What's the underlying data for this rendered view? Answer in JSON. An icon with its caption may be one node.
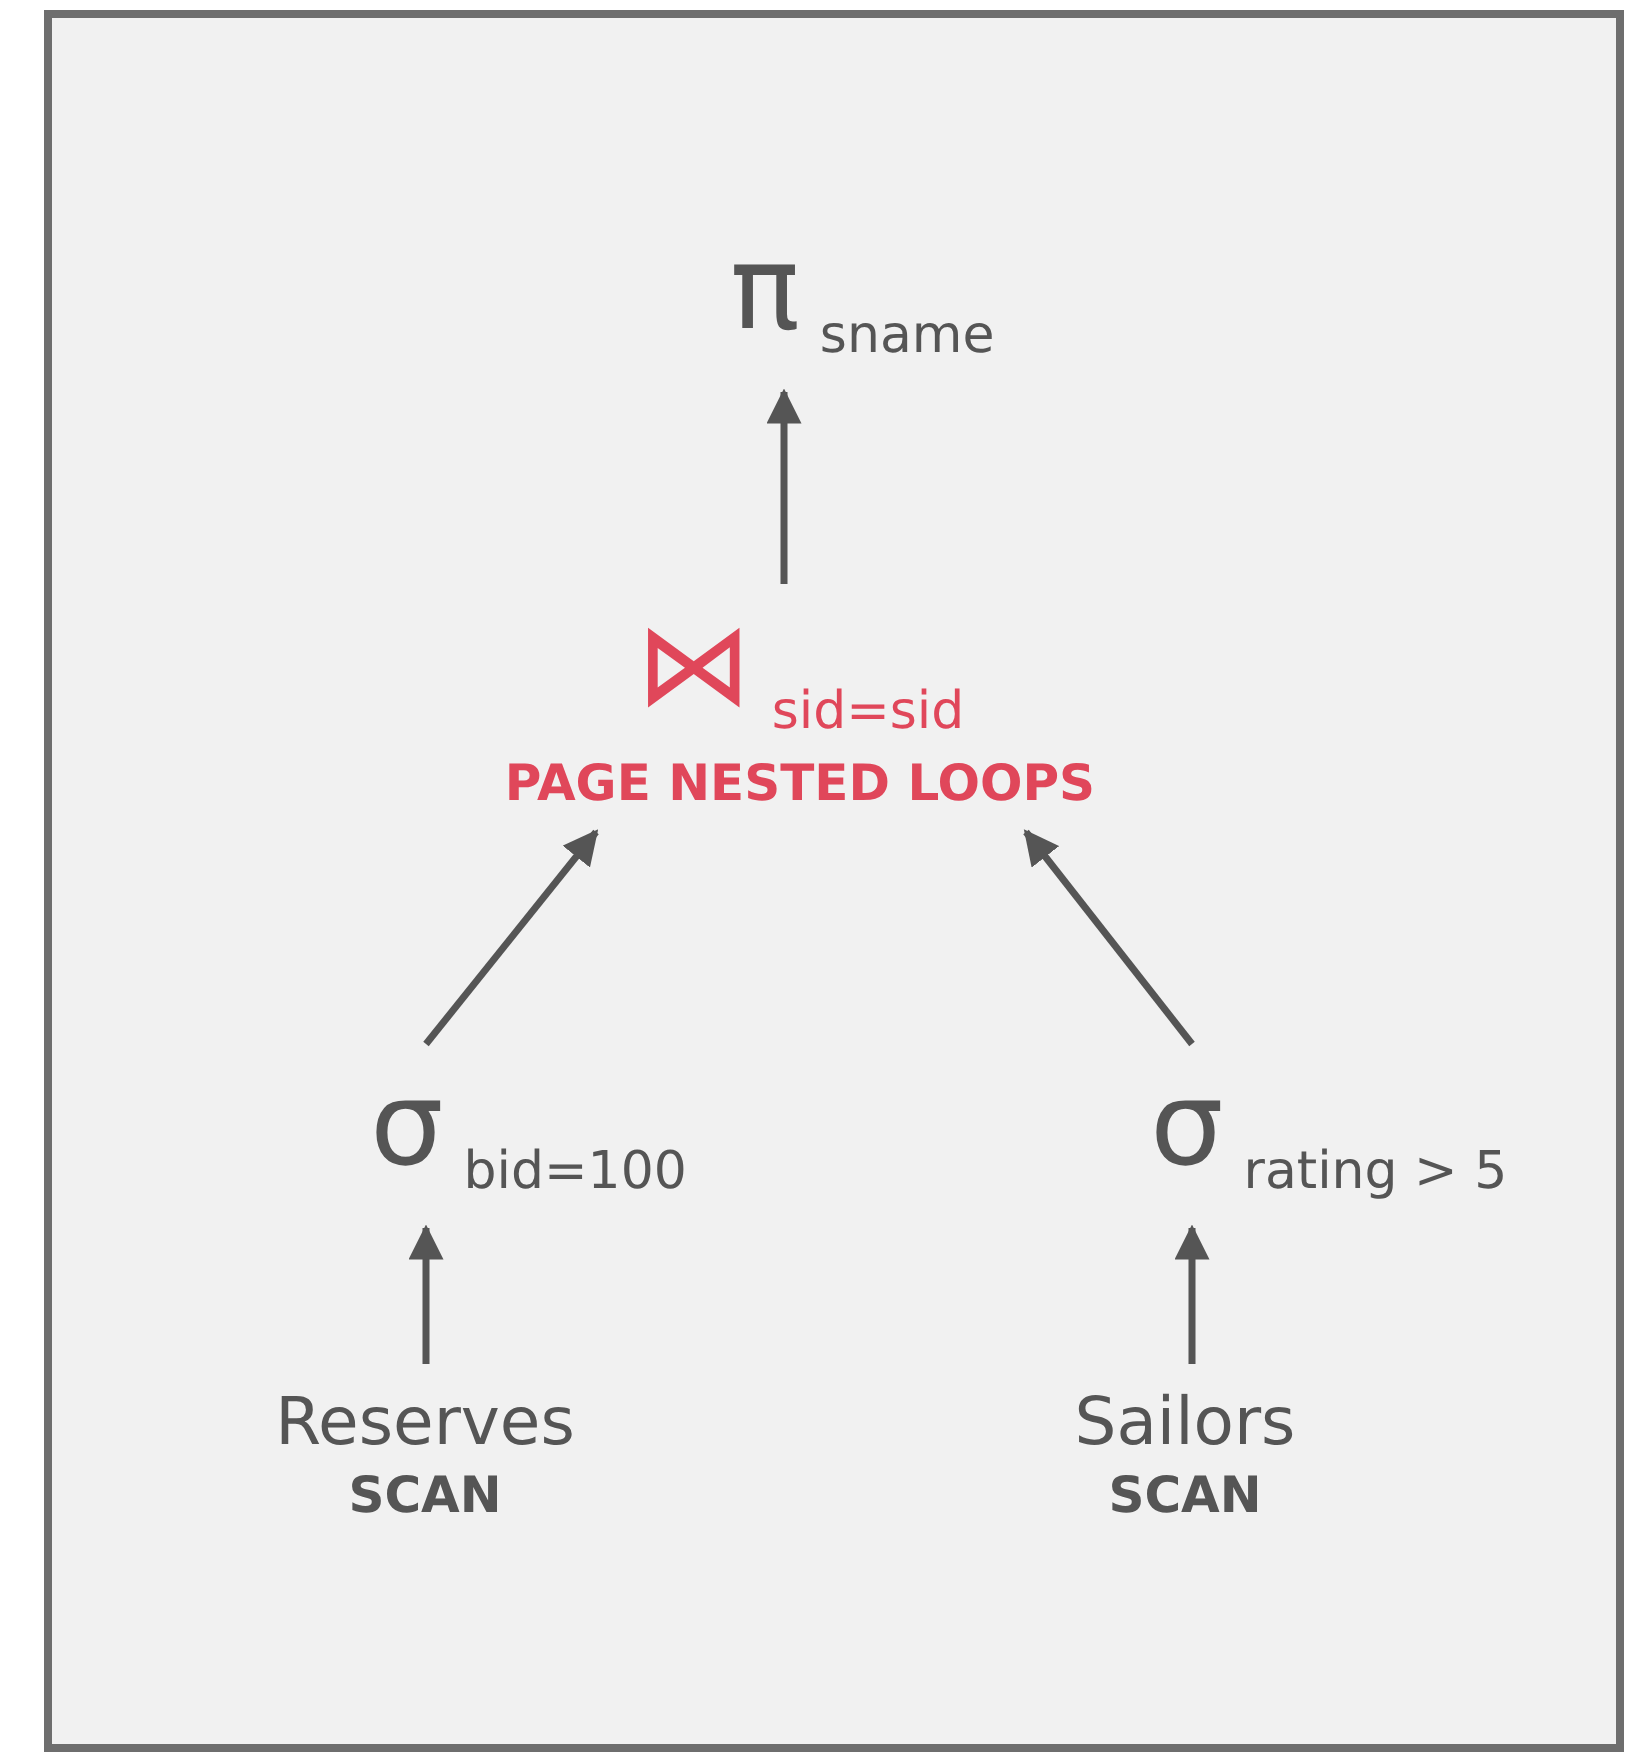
{
  "diagram": {
    "nodes": [
      {
        "text": [
          "π$_{sname}$"
        ]
      },
      {
        "text": [
          "⋈$_{sid=sid}$",
          "PAGE NESTED LOOPS"
        ]
      },
      {
        "text": [
          "σ$_{bid=100}$"
        ]
      },
      {
        "text": [
          "σ$_{rating > 5}$"
        ]
      },
      {
        "text": [
          "Reserves",
          "SCAN"
        ]
      },
      {
        "text": [
          "Sailors",
          "SCAN"
        ]
      }
    ],
    "edges": [
      {
        "from": 2,
        "to": 1,
        "arrow": "to"
      },
      {
        "from": 3,
        "to": 1,
        "arrow": "to"
      },
      {
        "from": 1,
        "to": 0,
        "arrow": "to"
      },
      {
        "from": 4,
        "to": 2,
        "arrow": "to"
      },
      {
        "from": 5,
        "to": 3,
        "arrow": "to"
      }
    ]
  }
}
